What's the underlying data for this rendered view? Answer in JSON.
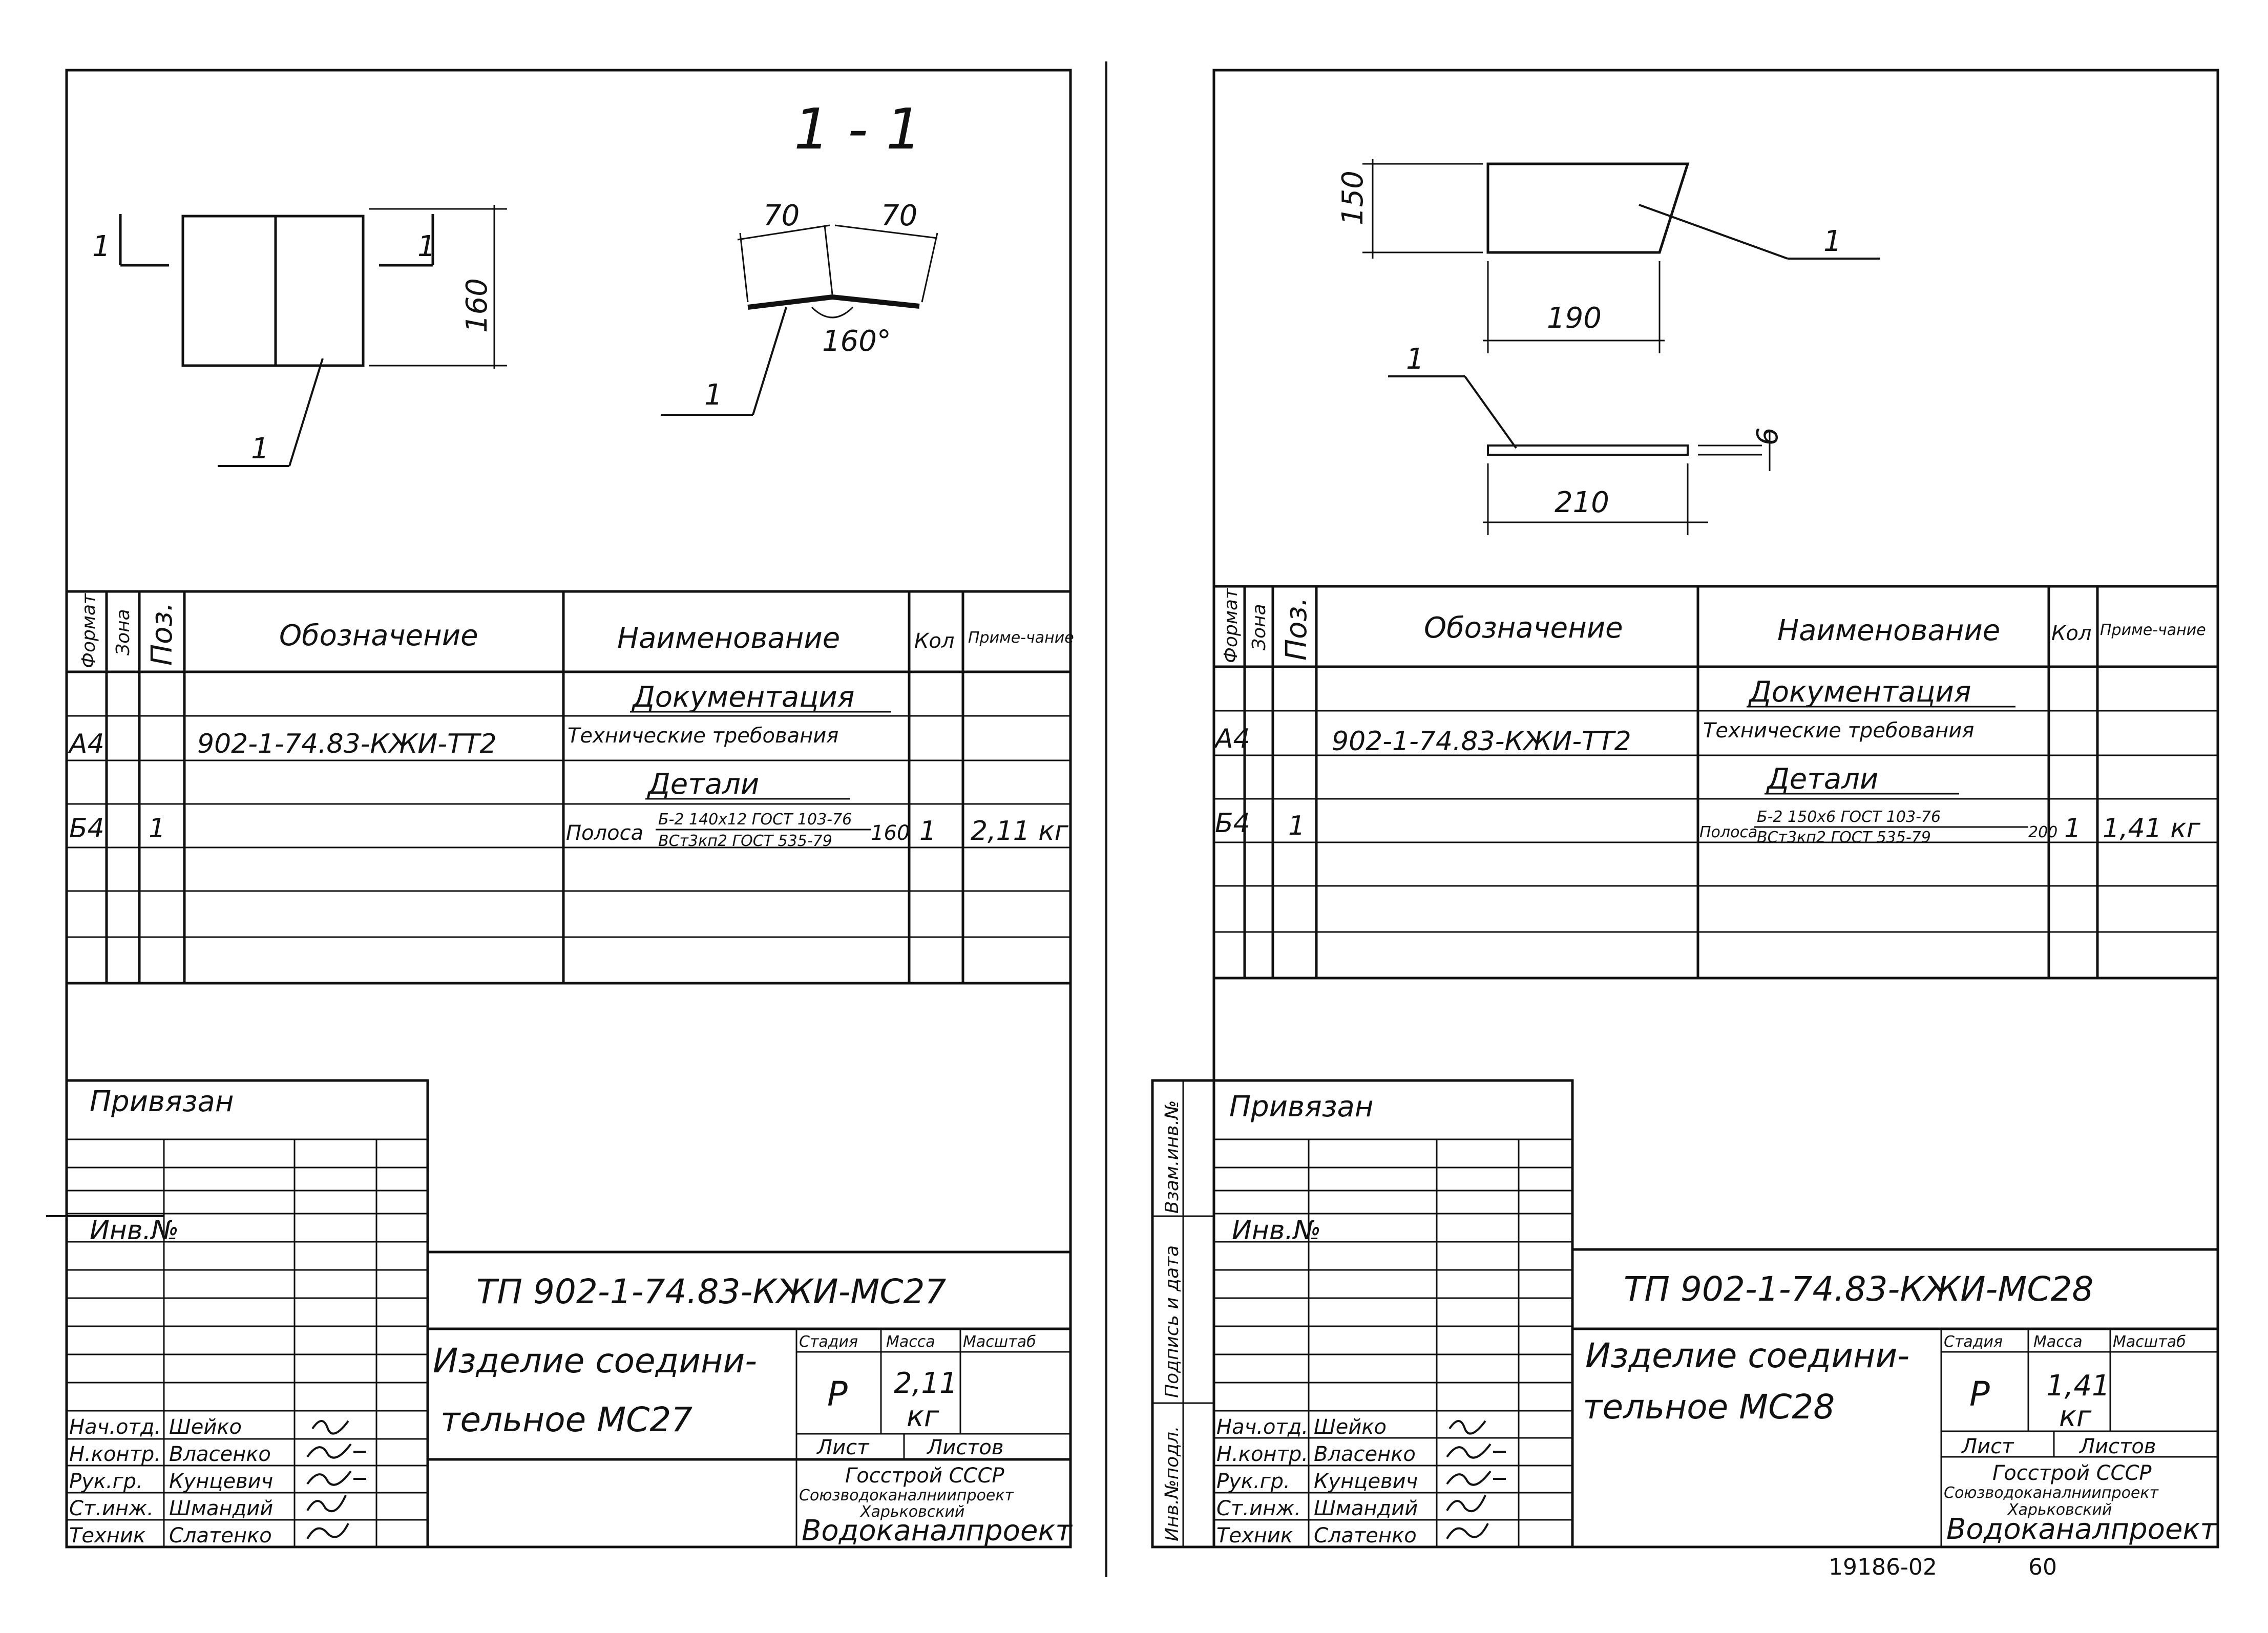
{
  "sheets": [
    {
      "section_label": "1 - 1",
      "cut_mark_left": "1",
      "cut_mark_right": "1",
      "dim_height": "160",
      "dim_left": "70",
      "dim_right": "70",
      "angle": "160°",
      "callout_front": "1",
      "callout_section": "1",
      "table_headers": {
        "format": "Формат",
        "zone": "Зона",
        "pos": "Поз.",
        "designation": "Обозначение",
        "name": "Наименование",
        "qty": "Кол",
        "note": "Приме-чание"
      },
      "sections": {
        "docs": "Документация",
        "details": "Детали"
      },
      "doc_row": {
        "format": "А4",
        "designation": "902-1-74.83-КЖИ-ТТ2",
        "name": "Технические требования"
      },
      "detail_row": {
        "format": "Б4",
        "pos": "1",
        "name_prefix": "Полоса",
        "name_top": "Б-2 140х12 ГОСТ 103-76",
        "name_bottom": "ВСт3кп2 ГОСТ 535-79",
        "length": "160",
        "qty": "1",
        "note": "2,11 кг"
      },
      "bound": "Привязан",
      "inv_no": "Инв.№",
      "drawing_code": "ТП 902-1-74.83-КЖИ-МС27",
      "item_name_1": "Изделие соедини-",
      "item_name_2": "тельное МС27",
      "stage_h": "Стадия",
      "mass_h": "Масса",
      "scale_h": "Масштаб",
      "stage": "Р",
      "mass": "2,11",
      "mass_unit": "кг",
      "sheet_h": "Лист",
      "sheets_h": "Листов",
      "org_1": "Госстрой СССР",
      "org_2": "Союзводоканалниипроект",
      "org_3": "Харьковский",
      "org_4": "Водоканалпроект",
      "staff": [
        {
          "role": "Нач.отд.",
          "name": "Шейко"
        },
        {
          "role": "Н.контр.",
          "name": "Власенко"
        },
        {
          "role": "Рук.гр.",
          "name": "Кунцевич"
        },
        {
          "role": "Ст.инж.",
          "name": "Шмандий"
        },
        {
          "role": "Техник",
          "name": "Слатенко"
        }
      ]
    },
    {
      "dim_height": "150",
      "dim_width": "190",
      "dim_length": "210",
      "dim_thick": "6",
      "callout_plan": "1",
      "callout_edge": "1",
      "table_headers": {
        "format": "Формат",
        "zone": "Зона",
        "pos": "Поз.",
        "designation": "Обозначение",
        "name": "Наименование",
        "qty": "Кол",
        "note": "Приме-чание"
      },
      "sections": {
        "docs": "Документация",
        "details": "Детали"
      },
      "doc_row": {
        "format": "А4",
        "designation": "902-1-74.83-КЖИ-ТТ2",
        "name": "Технические требования"
      },
      "detail_row": {
        "format": "Б4",
        "pos": "1",
        "name_prefix": "Полоса",
        "name_top": "Б-2 150х6 ГОСТ 103-76",
        "name_bottom": "ВСт3кп2 ГОСТ 535-79",
        "length": "200",
        "qty": "1",
        "note": "1,41 кг"
      },
      "side_labels": [
        "Взам.инв.№",
        "Подпись и дата",
        "Инв.№подл."
      ],
      "bound": "Привязан",
      "inv_no": "Инв.№",
      "drawing_code": "ТП 902-1-74.83-КЖИ-МС28",
      "item_name_1": "Изделие соедини-",
      "item_name_2": "тельное МС28",
      "stage_h": "Стадия",
      "mass_h": "Масса",
      "scale_h": "Масштаб",
      "stage": "Р",
      "mass": "1,41",
      "mass_unit": "кг",
      "sheet_h": "Лист",
      "sheets_h": "Листов",
      "org_1": "Госстрой СССР",
      "org_2": "Союзводоканалниипроект",
      "org_3": "Харьковский",
      "org_4": "Водоканалпроект",
      "staff": [
        {
          "role": "Нач.отд.",
          "name": "Шейко"
        },
        {
          "role": "Н.контр.",
          "name": "Власенко"
        },
        {
          "role": "Рук.гр.",
          "name": "Кунцевич"
        },
        {
          "role": "Ст.инж.",
          "name": "Шмандий"
        },
        {
          "role": "Техник",
          "name": "Слатенко"
        }
      ]
    }
  ],
  "footer_code": "19186-02",
  "page_number": "60"
}
